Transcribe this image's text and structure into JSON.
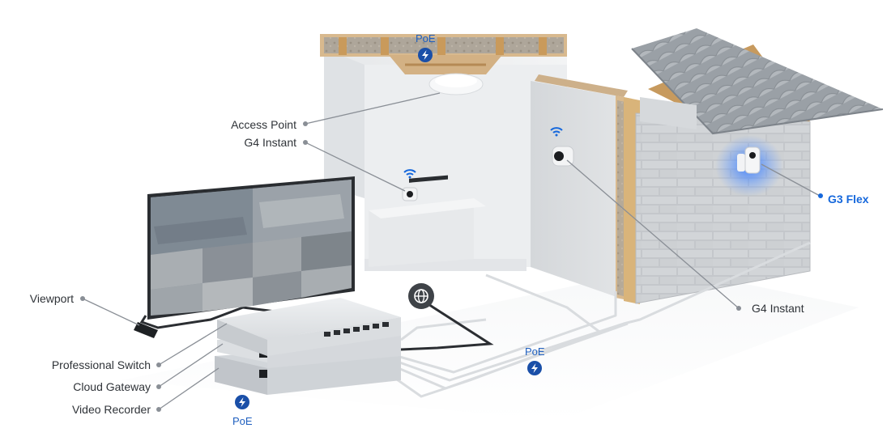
{
  "labels": {
    "access_point": "Access Point",
    "g4_instant_indoor": "G4 Instant",
    "g4_instant_wall": "G4 Instant",
    "g3_flex": "G3 Flex",
    "viewport": "Viewport",
    "professional_switch": "Professional Switch",
    "cloud_gateway": "Cloud Gateway",
    "video_recorder": "Video Recorder"
  },
  "poe": {
    "ceiling": "PoE",
    "middle": "PoE",
    "bottom": "PoE"
  },
  "colors": {
    "accent_blue": "#1668dc",
    "poe_blue": "#1f5fbf",
    "label_text": "#2f3338",
    "leader_line": "#8a8f96"
  },
  "icons": [
    "poe-bolt-icon",
    "wifi-icon",
    "globe-icon"
  ]
}
